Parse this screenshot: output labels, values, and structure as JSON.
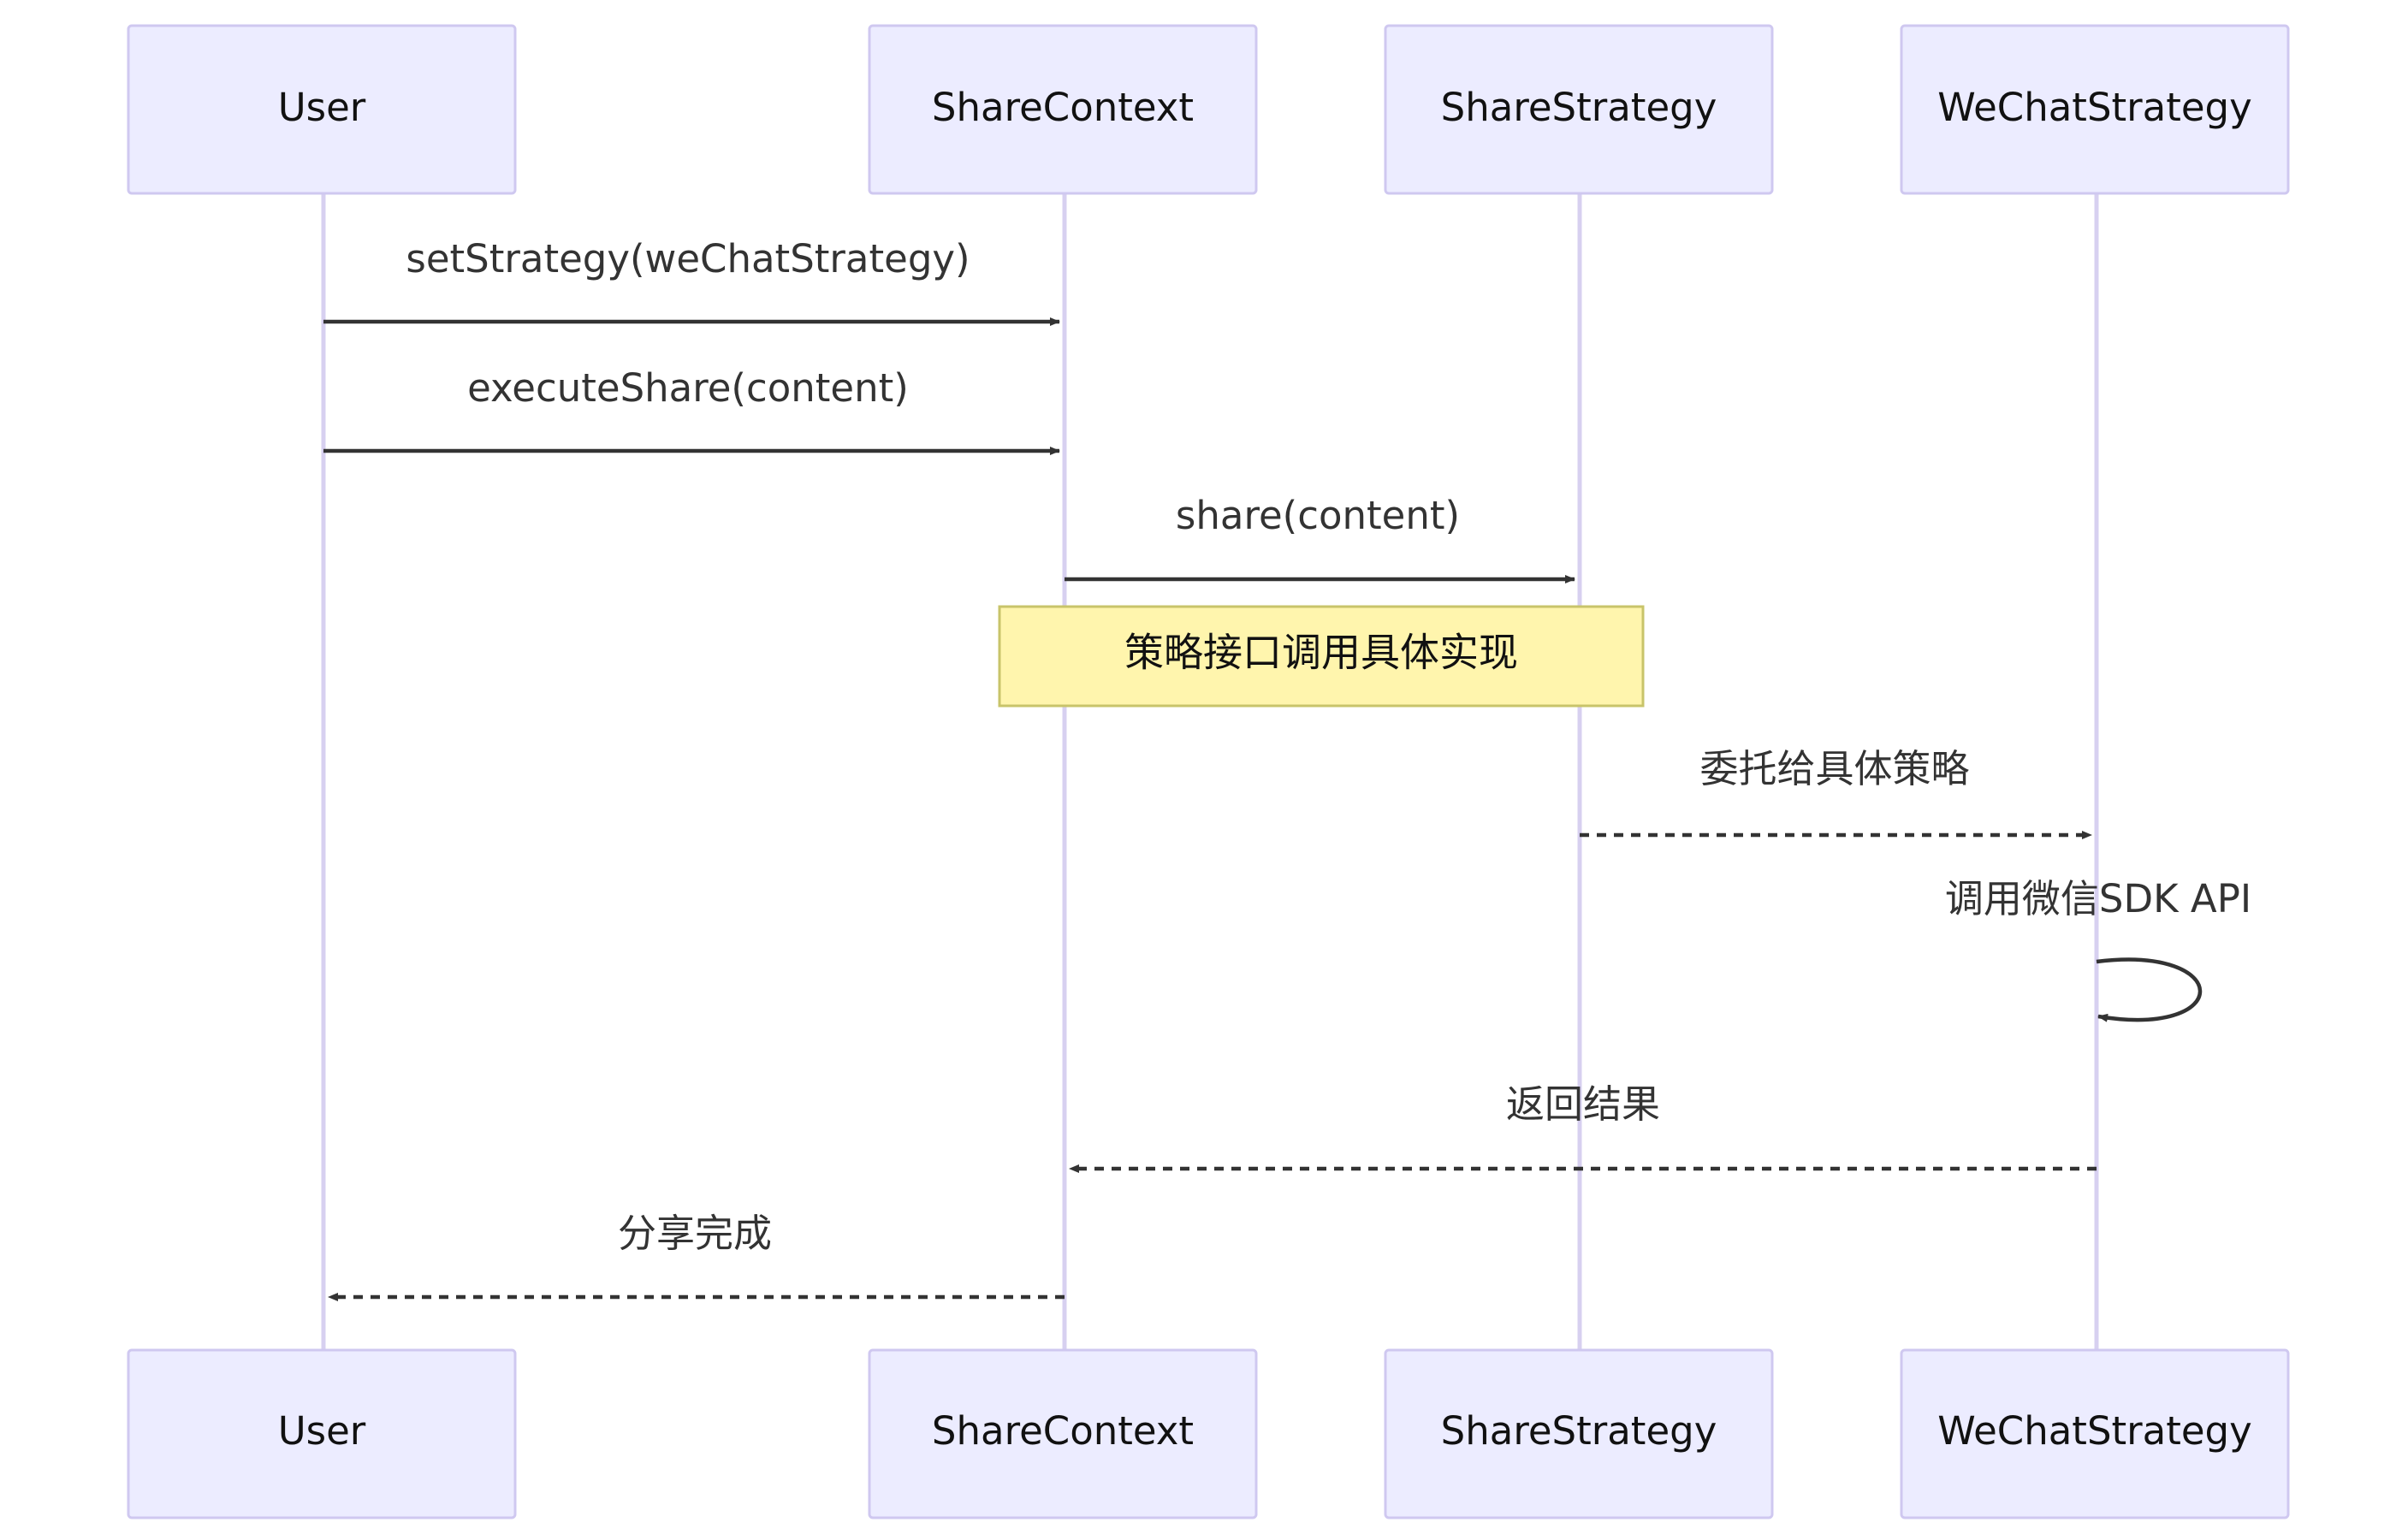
{
  "participants": {
    "user": "User",
    "share_context": "ShareContext",
    "share_strategy": "ShareStrategy",
    "wechat_strategy": "WeChatStrategy"
  },
  "messages": {
    "set_strategy": "setStrategy(weChatStrategy)",
    "execute_share": "executeShare(content)",
    "share": "share(content)",
    "delegate": "委托给具体策略",
    "call_sdk": "调用微信SDK API",
    "return_result": "返回结果",
    "share_done": "分享完成"
  },
  "note": {
    "text": "策略接口调用具体实现"
  },
  "colors": {
    "actor_fill": "#ececff",
    "actor_border": "#cfc8f0",
    "lifeline": "#d7d0f0",
    "arrow": "#333333",
    "note_fill": "#fff5ad",
    "note_border": "#c8c46a"
  }
}
